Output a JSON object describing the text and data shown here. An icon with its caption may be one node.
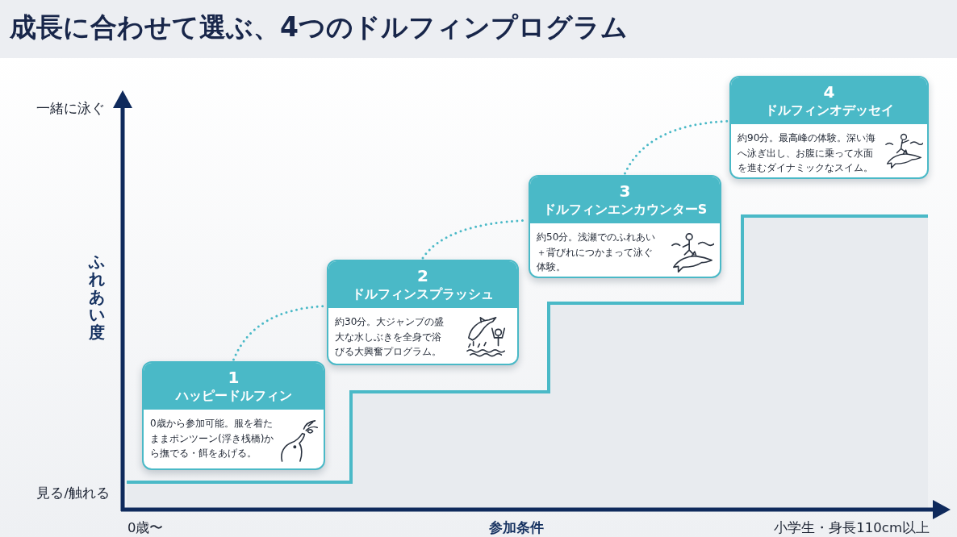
{
  "diagram": {
    "title": "成長に合わせて選ぶ、4つのドルフィンプログラム",
    "nodes": [
      {
        "text": [
          "1",
          "ハッピードルフィン",
          "0歳から参加可能。服を着たままポンツーン(浮き桟橋)から撫でる・餌をあげる。"
        ]
      },
      {
        "text": [
          "2",
          "ドルフィンスプラッシュ",
          "約30分。大ジャンプの盛大な水しぶきを全身で浴びる大興奮プログラム。"
        ]
      },
      {
        "text": [
          "3",
          "ドルフィンエンカウンターS",
          "約50分。浅瀬でのふれあい＋背びれにつかまって泳ぐ体験。"
        ]
      },
      {
        "text": [
          "4",
          "ドルフィンオデッセイ",
          "約90分。最高峰の体験。深い海へ泳ぎ出し、お腹に乗って水面を進むダイナミックなスイム。"
        ]
      }
    ],
    "edges": [
      {
        "from": 0,
        "to": 1,
        "arrow": "none",
        "style": "dashed"
      },
      {
        "from": 1,
        "to": 2,
        "arrow": "none",
        "style": "dashed"
      },
      {
        "from": 2,
        "to": 3,
        "arrow": "none",
        "style": "dashed"
      }
    ],
    "labels": [
      "一緒に泳ぐ",
      "ふれあい度",
      "見る/触れる",
      "0歳〜",
      "参加条件",
      "小学生・身長110cm以上"
    ]
  }
}
